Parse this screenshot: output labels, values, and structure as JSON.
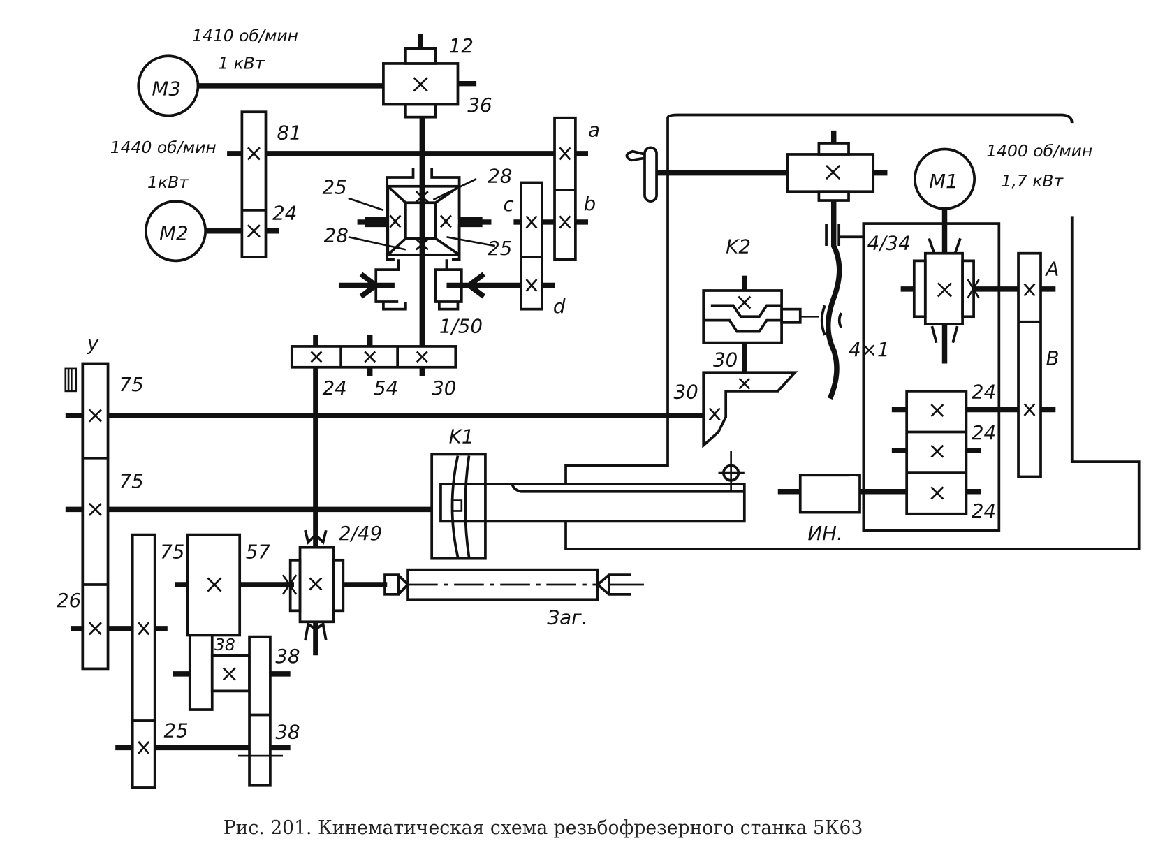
{
  "caption": "Рис. 201. Кинематическая схема резьбофрезерного станка 5К63",
  "motors": {
    "m1": {
      "label": "M1",
      "speed": "1400 об/мин",
      "power": "1,7 кВт"
    },
    "m2": {
      "label": "M2",
      "speed": "1440 об/мин",
      "power": "1кВт"
    },
    "m3": {
      "label": "M3",
      "speed": "1410 об/мин",
      "power": "1 кВт"
    }
  },
  "gears": {
    "g12": "12",
    "g36": "36",
    "g81": "81",
    "g24_m2": "24",
    "diff_25_a": "25",
    "diff_28_a": "28",
    "diff_28_b": "28",
    "diff_25_b": "25",
    "worm_1_50": "1/50",
    "g24_row": "24",
    "g54_row": "54",
    "g30_row": "30",
    "y_label": "у",
    "g75_a": "75",
    "g75_b": "75",
    "g26": "26",
    "g75_c": "75",
    "g57": "57",
    "g38_a": "38",
    "g38_b": "38",
    "g38_c": "38",
    "g25": "25",
    "worm_2_49": "2/49",
    "bevel_30_a": "30",
    "bevel_30_b": "30",
    "worm_4_34": "4/34",
    "screw_4x1": "4×1",
    "g24_r1": "24",
    "g24_r2": "24",
    "g24_r3": "24"
  },
  "change_gears": {
    "a": "a",
    "b": "b",
    "c": "c",
    "d": "d",
    "A": "A",
    "B": "B"
  },
  "clutches": {
    "k1": "K1",
    "k2": "K2"
  },
  "labels": {
    "workpiece": "Заг.",
    "indexing": "ИН."
  }
}
